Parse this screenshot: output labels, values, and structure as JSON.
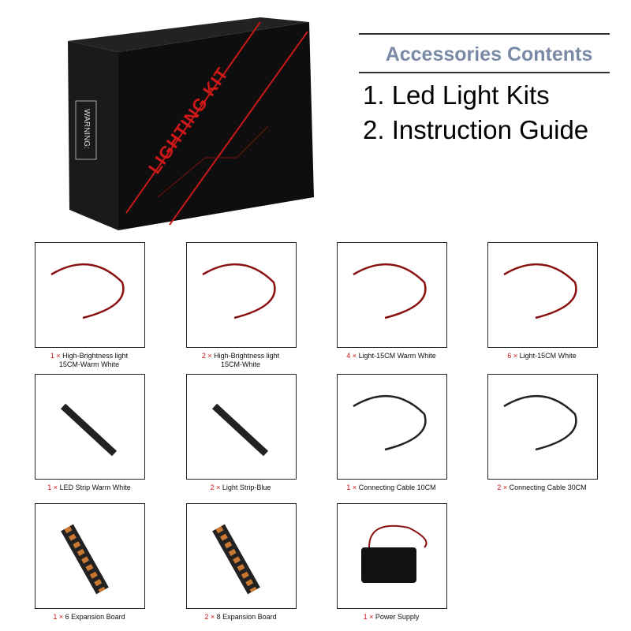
{
  "box": {
    "brand_text": "LIGHTING KIT",
    "warning_text": "WARNING:"
  },
  "header": {
    "title": "Accessories Contents",
    "items": [
      "1. Led Light Kits",
      "2. Instruction Guide"
    ]
  },
  "items": [
    {
      "qty": "1",
      "label": "High-Brightness light",
      "label2": "15CM-Warm White"
    },
    {
      "qty": "2",
      "label": "High-Brightness light",
      "label2": "15CM-White"
    },
    {
      "qty": "4",
      "label": "Light-15CM Warm White"
    },
    {
      "qty": "6",
      "label": "Light-15CM White"
    },
    {
      "qty": "1",
      "label": "LED Strip Warm White"
    },
    {
      "qty": "2",
      "label": "Light Strip-Blue"
    },
    {
      "qty": "1",
      "label": "Connecting Cable 10CM"
    },
    {
      "qty": "2",
      "label": "Connecting Cable 30CM"
    },
    {
      "qty": "1",
      "label": "6 Expansion Board"
    },
    {
      "qty": "2",
      "label": "8 Expansion Board"
    },
    {
      "qty": "1",
      "label": "Power Supply"
    }
  ],
  "times_symbol": "×"
}
